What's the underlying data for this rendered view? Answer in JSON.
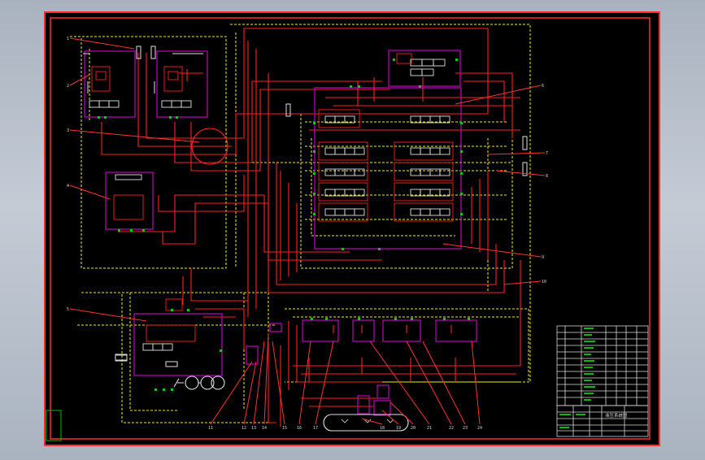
{
  "drawing": {
    "background": "#000000",
    "colors": {
      "frame": "#ff2a2a",
      "hydraulic_line": "#ff2020",
      "pilot_line": "#f0f000",
      "component": "#c000c0",
      "connector": "#00d000",
      "leader": "#ff3030",
      "table_line": "#d8d8d8",
      "text": "#d8d8d8"
    }
  },
  "diagram": {
    "callouts_left": [
      "1",
      "2",
      "3",
      "4",
      "5"
    ],
    "callouts_right": [
      "6",
      "7",
      "8",
      "9",
      "10"
    ],
    "callouts_bottom": [
      "11",
      "12",
      "13",
      "14",
      "15",
      "16",
      "17",
      "18",
      "19",
      "20",
      "21",
      "22",
      "23",
      "24"
    ]
  },
  "title_block": {
    "drawing_title": "液压系统图"
  }
}
